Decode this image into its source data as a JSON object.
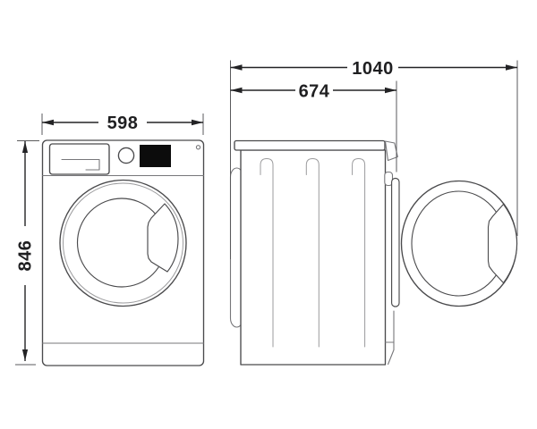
{
  "diagram": {
    "dimension_labels": {
      "width": "598",
      "height": "846",
      "depth": "674",
      "depth_door_open": "1040"
    }
  },
  "colors": {
    "background": "#ffffff",
    "outline_dark": "#4a4a4c",
    "outline_medium": "#77777a",
    "outline_light": "#9b9b9d",
    "dimension": "#232325",
    "display_fill": "#0c0c0c"
  }
}
